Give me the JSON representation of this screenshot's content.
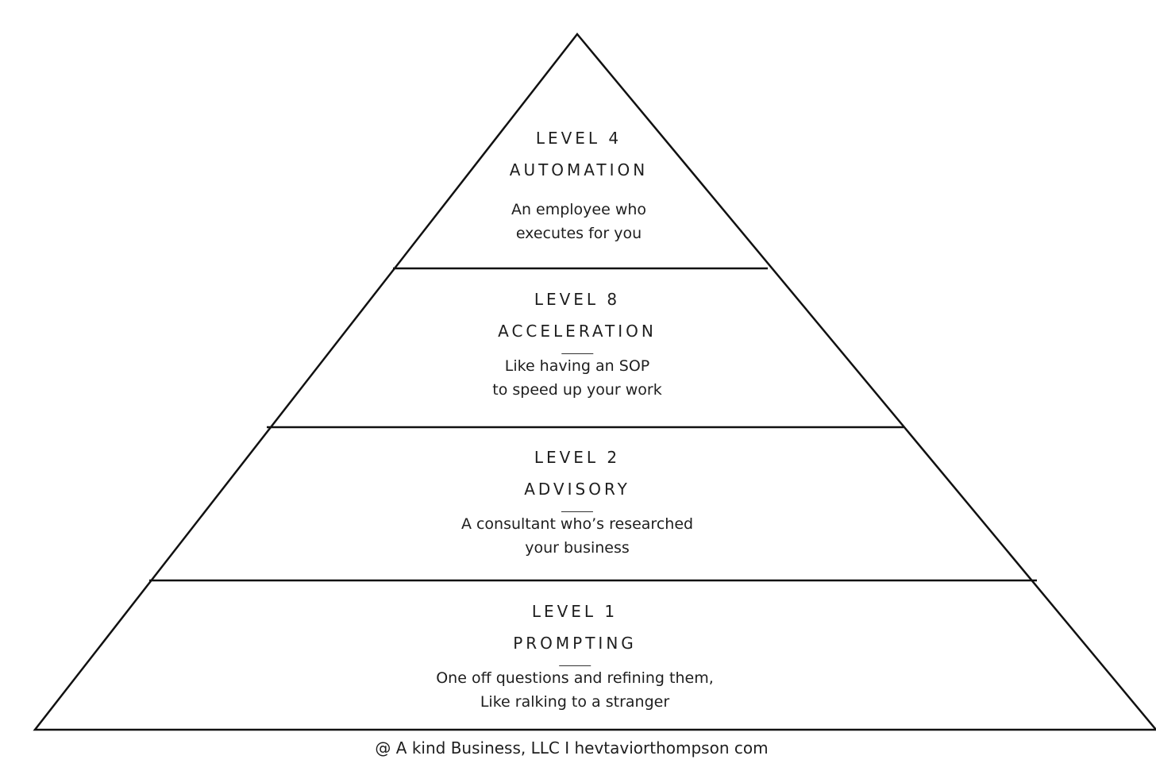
{
  "tiers": [
    {
      "level": "LEVEL 4",
      "title": "AUTOMATION",
      "description": "An employee who\nexecutes for you"
    },
    {
      "level": "LEVEL 8",
      "title": "ACCELERATION",
      "description": "Like having an SOP\nto speed up your work"
    },
    {
      "level": "LEVEL 2",
      "title": "ADVISORY",
      "description": "A consultant who’s researched\nyour business"
    },
    {
      "level": "LEVEL 1",
      "title": "PROMPTING",
      "description": "One off questions and refining them,\nLike ralking to a stranger"
    }
  ],
  "footer": "@ A kind Business, LLC I hevtaviorthompson com"
}
